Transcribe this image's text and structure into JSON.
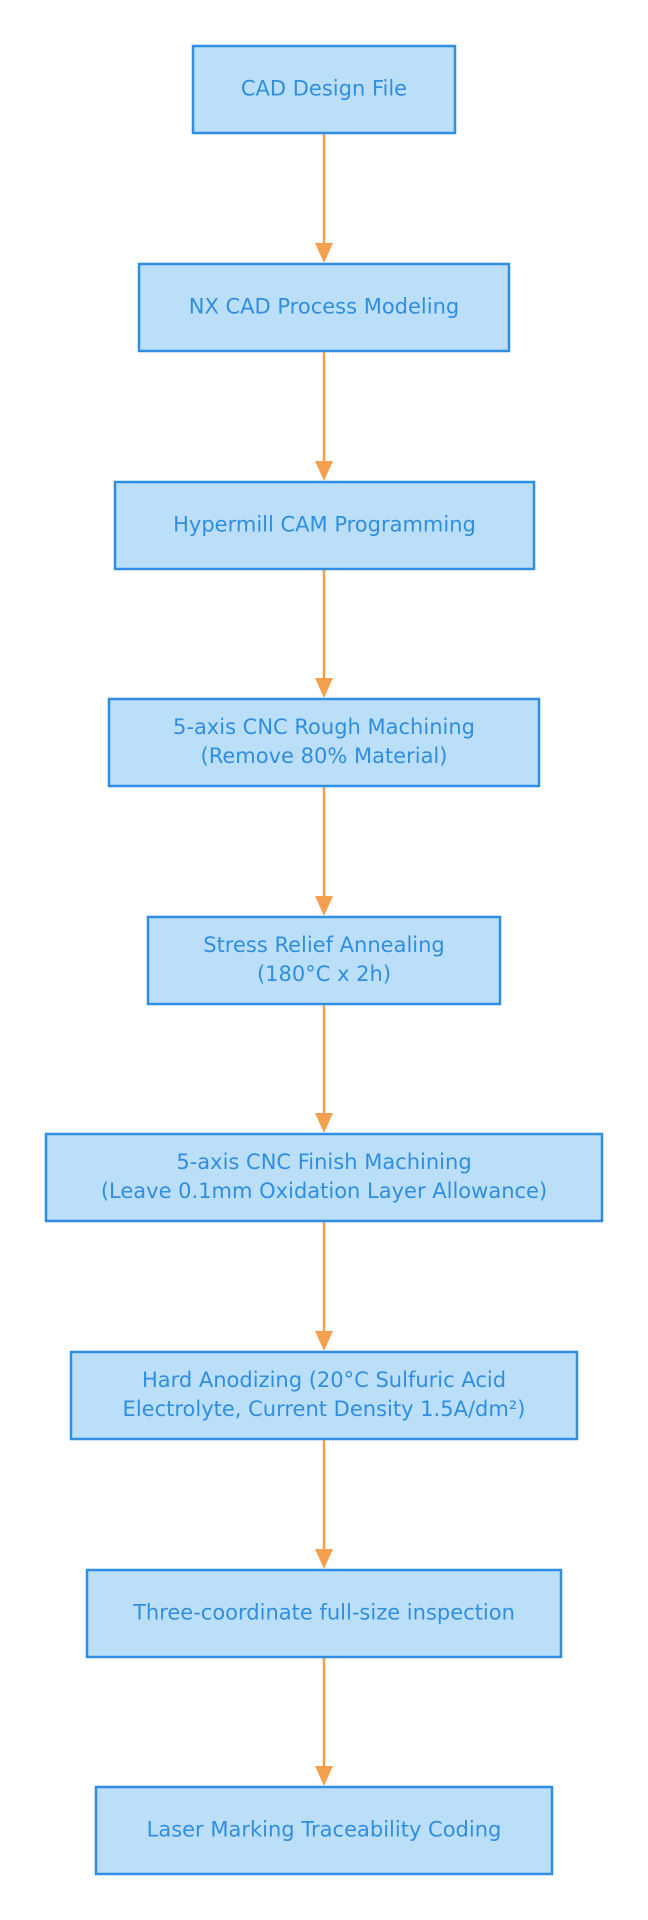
{
  "colors": {
    "node_fill": "#bcdff9",
    "node_border": "#2f8ee0",
    "node_text": "#2f8ee0",
    "arrow": "#f5a04f"
  },
  "nodes": [
    {
      "id": "cad-design-file",
      "lines": [
        "CAD Design File"
      ]
    },
    {
      "id": "nx-cad-process-modeling",
      "lines": [
        "NX CAD Process Modeling"
      ]
    },
    {
      "id": "hypermill-cam-programming",
      "lines": [
        "Hypermill CAM Programming"
      ]
    },
    {
      "id": "rough-machining",
      "lines": [
        "5-axis CNC Rough Machining",
        "(Remove 80% Material)"
      ]
    },
    {
      "id": "stress-relief-annealing",
      "lines": [
        "Stress Relief Annealing",
        "(180°C x 2h)"
      ]
    },
    {
      "id": "finish-machining",
      "lines": [
        "5-axis CNC Finish Machining",
        "(Leave 0.1mm Oxidation Layer Allowance)"
      ]
    },
    {
      "id": "hard-anodizing",
      "lines": [
        "Hard Anodizing (20°C Sulfuric Acid",
        "Electrolyte, Current Density 1.5A/dm²)"
      ]
    },
    {
      "id": "three-coordinate-inspection",
      "lines": [
        "Three-coordinate full-size inspection"
      ]
    },
    {
      "id": "laser-marking",
      "lines": [
        "Laser Marking Traceability Coding"
      ]
    }
  ],
  "edges": [
    {
      "from": "cad-design-file",
      "to": "nx-cad-process-modeling"
    },
    {
      "from": "nx-cad-process-modeling",
      "to": "hypermill-cam-programming"
    },
    {
      "from": "hypermill-cam-programming",
      "to": "rough-machining"
    },
    {
      "from": "rough-machining",
      "to": "stress-relief-annealing"
    },
    {
      "from": "stress-relief-annealing",
      "to": "finish-machining"
    },
    {
      "from": "finish-machining",
      "to": "hard-anodizing"
    },
    {
      "from": "hard-anodizing",
      "to": "three-coordinate-inspection"
    },
    {
      "from": "three-coordinate-inspection",
      "to": "laser-marking"
    }
  ]
}
